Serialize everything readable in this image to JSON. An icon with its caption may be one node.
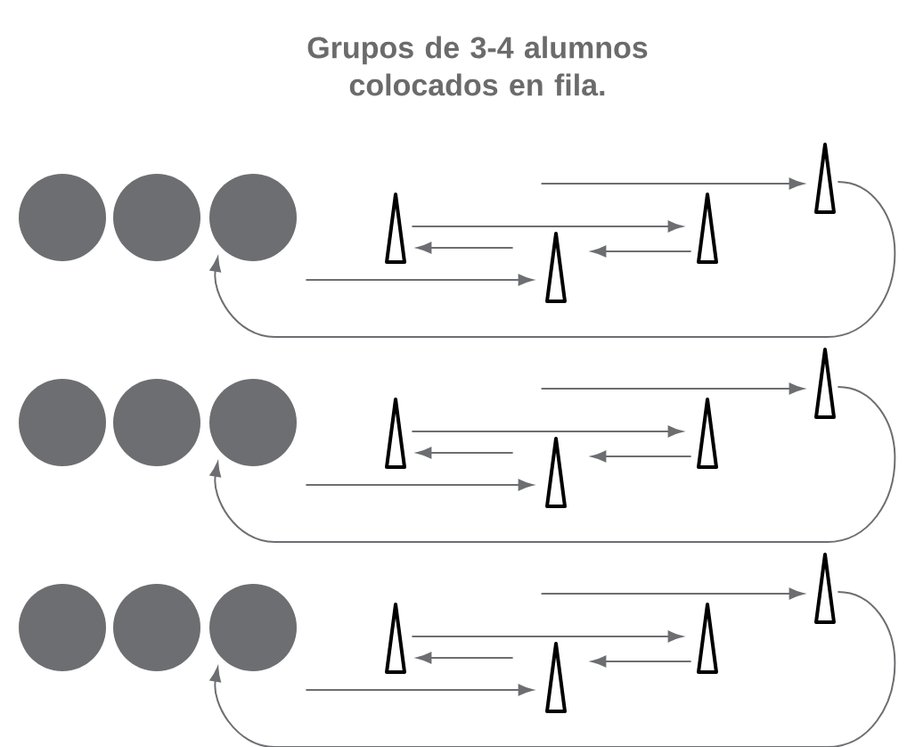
{
  "diagram": {
    "title": "Grupos de 3-4 alumnos colocados en fila.",
    "nodes": [
      {
        "text": [],
        "shape": "circle"
      },
      {
        "text": [],
        "shape": "circle"
      },
      {
        "text": [],
        "shape": "circle"
      },
      {
        "text": [],
        "shape": "cone"
      },
      {
        "text": [],
        "shape": "cone"
      },
      {
        "text": [],
        "shape": "cone"
      },
      {
        "text": [],
        "shape": "cone"
      },
      {
        "text": [],
        "shape": "circle"
      },
      {
        "text": [],
        "shape": "circle"
      },
      {
        "text": [],
        "shape": "circle"
      },
      {
        "text": [],
        "shape": "cone"
      },
      {
        "text": [],
        "shape": "cone"
      },
      {
        "text": [],
        "shape": "cone"
      },
      {
        "text": [],
        "shape": "cone"
      },
      {
        "text": [],
        "shape": "circle"
      },
      {
        "text": [],
        "shape": "circle"
      },
      {
        "text": [],
        "shape": "circle"
      },
      {
        "text": [],
        "shape": "cone"
      },
      {
        "text": [],
        "shape": "cone"
      },
      {
        "text": [],
        "shape": "cone"
      },
      {
        "text": [],
        "shape": "cone"
      }
    ],
    "edges": [
      {
        "from": null,
        "to": 6,
        "arrow": "to"
      },
      {
        "from": 3,
        "to": 5,
        "arrow": "to"
      },
      {
        "from": 4,
        "to": 3,
        "arrow": "to"
      },
      {
        "from": 5,
        "to": 4,
        "arrow": "to"
      },
      {
        "from": 2,
        "to": 4,
        "arrow": "to"
      },
      {
        "from": 6,
        "to": 2,
        "arrow": "to"
      },
      {
        "from": null,
        "to": 13,
        "arrow": "to"
      },
      {
        "from": 10,
        "to": 12,
        "arrow": "to"
      },
      {
        "from": 11,
        "to": 10,
        "arrow": "to"
      },
      {
        "from": 12,
        "to": 11,
        "arrow": "to"
      },
      {
        "from": 9,
        "to": 11,
        "arrow": "to"
      },
      {
        "from": 13,
        "to": 9,
        "arrow": "to"
      },
      {
        "from": null,
        "to": 20,
        "arrow": "to"
      },
      {
        "from": 17,
        "to": 19,
        "arrow": "to"
      },
      {
        "from": 18,
        "to": 17,
        "arrow": "to"
      },
      {
        "from": 19,
        "to": 18,
        "arrow": "to"
      },
      {
        "from": 16,
        "to": 18,
        "arrow": "to"
      },
      {
        "from": 20,
        "to": 16,
        "arrow": "to"
      }
    ]
  }
}
